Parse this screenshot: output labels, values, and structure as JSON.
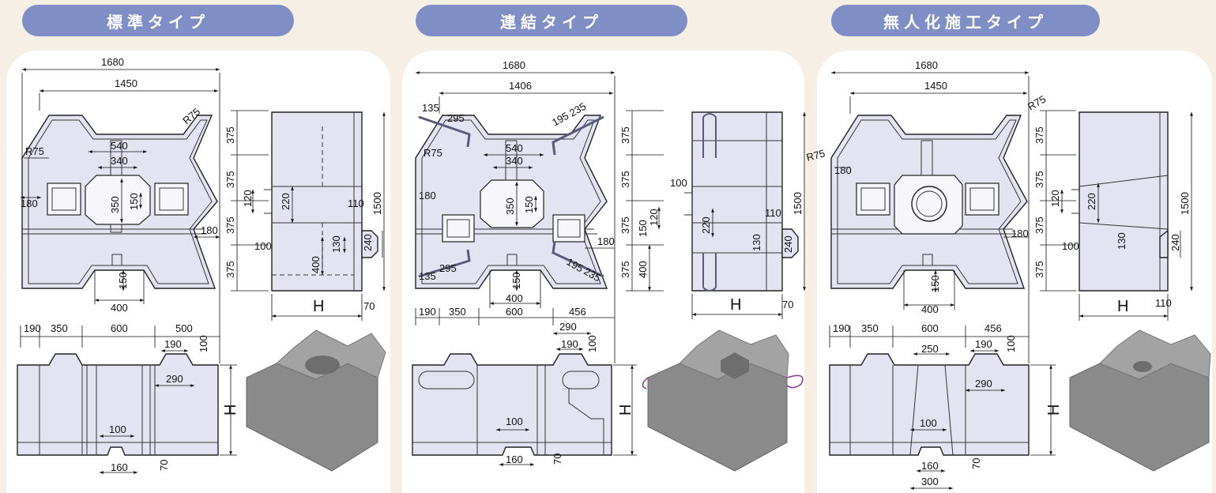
{
  "types": [
    {
      "title": "標準タイプ",
      "plan": {
        "overall": "1680",
        "inner": "1450",
        "r_top": "R75",
        "r_left": "R75",
        "w540": "540",
        "w340": "340",
        "h350": "350",
        "h150": "150",
        "l180": "180",
        "r180": "180",
        "b150": "150",
        "b400": "400"
      },
      "side": {
        "v1": "375",
        "v2": "375",
        "v3": "375",
        "v4": "375",
        "h120": "120",
        "h220": "220",
        "h110": "110",
        "h1500": "1500",
        "h130": "130",
        "h400": "400",
        "h100": "100",
        "h240": "240",
        "H": "H",
        "h70": "70"
      },
      "bottom_dims": [
        "190",
        "350",
        "600",
        "500"
      ],
      "front": {
        "w190": "190",
        "h100": "100",
        "w290": "290",
        "w100": "100",
        "w160": "160",
        "h70": "70",
        "H": "H"
      }
    },
    {
      "title": "連結タイプ",
      "plan": {
        "overall": "1680",
        "inner": "1406",
        "r_left": "R75",
        "w540": "540",
        "w340": "340",
        "h350": "350",
        "h150": "150",
        "l180": "180",
        "r180": "180",
        "b150": "150",
        "b400": "400",
        "c135a": "135",
        "c295a": "295",
        "c195a": "195",
        "c235a": "235",
        "c135b": "135",
        "c295b": "295",
        "c195b": "195",
        "c235b": "235"
      },
      "side": {
        "v1": "375",
        "v2": "375",
        "v3": "375",
        "v4": "375",
        "h100": "100",
        "h150": "150",
        "h120": "120",
        "h220": "220",
        "h110": "110",
        "h1500": "1500",
        "h130": "130",
        "h400": "400",
        "h240": "240",
        "H": "H",
        "h70": "70"
      },
      "bottom_dims": [
        "190",
        "350",
        "600",
        "456"
      ],
      "front": {
        "w290": "290",
        "w190": "190",
        "h100": "100",
        "w100": "100",
        "w160": "160",
        "h70": "70",
        "H": "H"
      }
    },
    {
      "title": "無人化施工タイプ",
      "plan": {
        "overall": "1680",
        "inner": "1450",
        "r_top": "R75",
        "r_left": "R75",
        "l180": "180",
        "r180": "180",
        "b150": "150",
        "b400": "400"
      },
      "side": {
        "v1": "375",
        "v2": "375",
        "v3": "375",
        "v4": "375",
        "h120": "120",
        "h220": "220",
        "h1500": "1500",
        "h100": "100",
        "h130": "130",
        "h240": "240",
        "H": "H",
        "h110": "110"
      },
      "bottom_dims": [
        "190",
        "350",
        "600",
        "456"
      ],
      "front": {
        "w250": "250",
        "w190": "190",
        "h100": "100",
        "w290": "290",
        "w100": "100",
        "w160": "160",
        "w300": "300",
        "h70": "70",
        "H": "H"
      }
    }
  ]
}
